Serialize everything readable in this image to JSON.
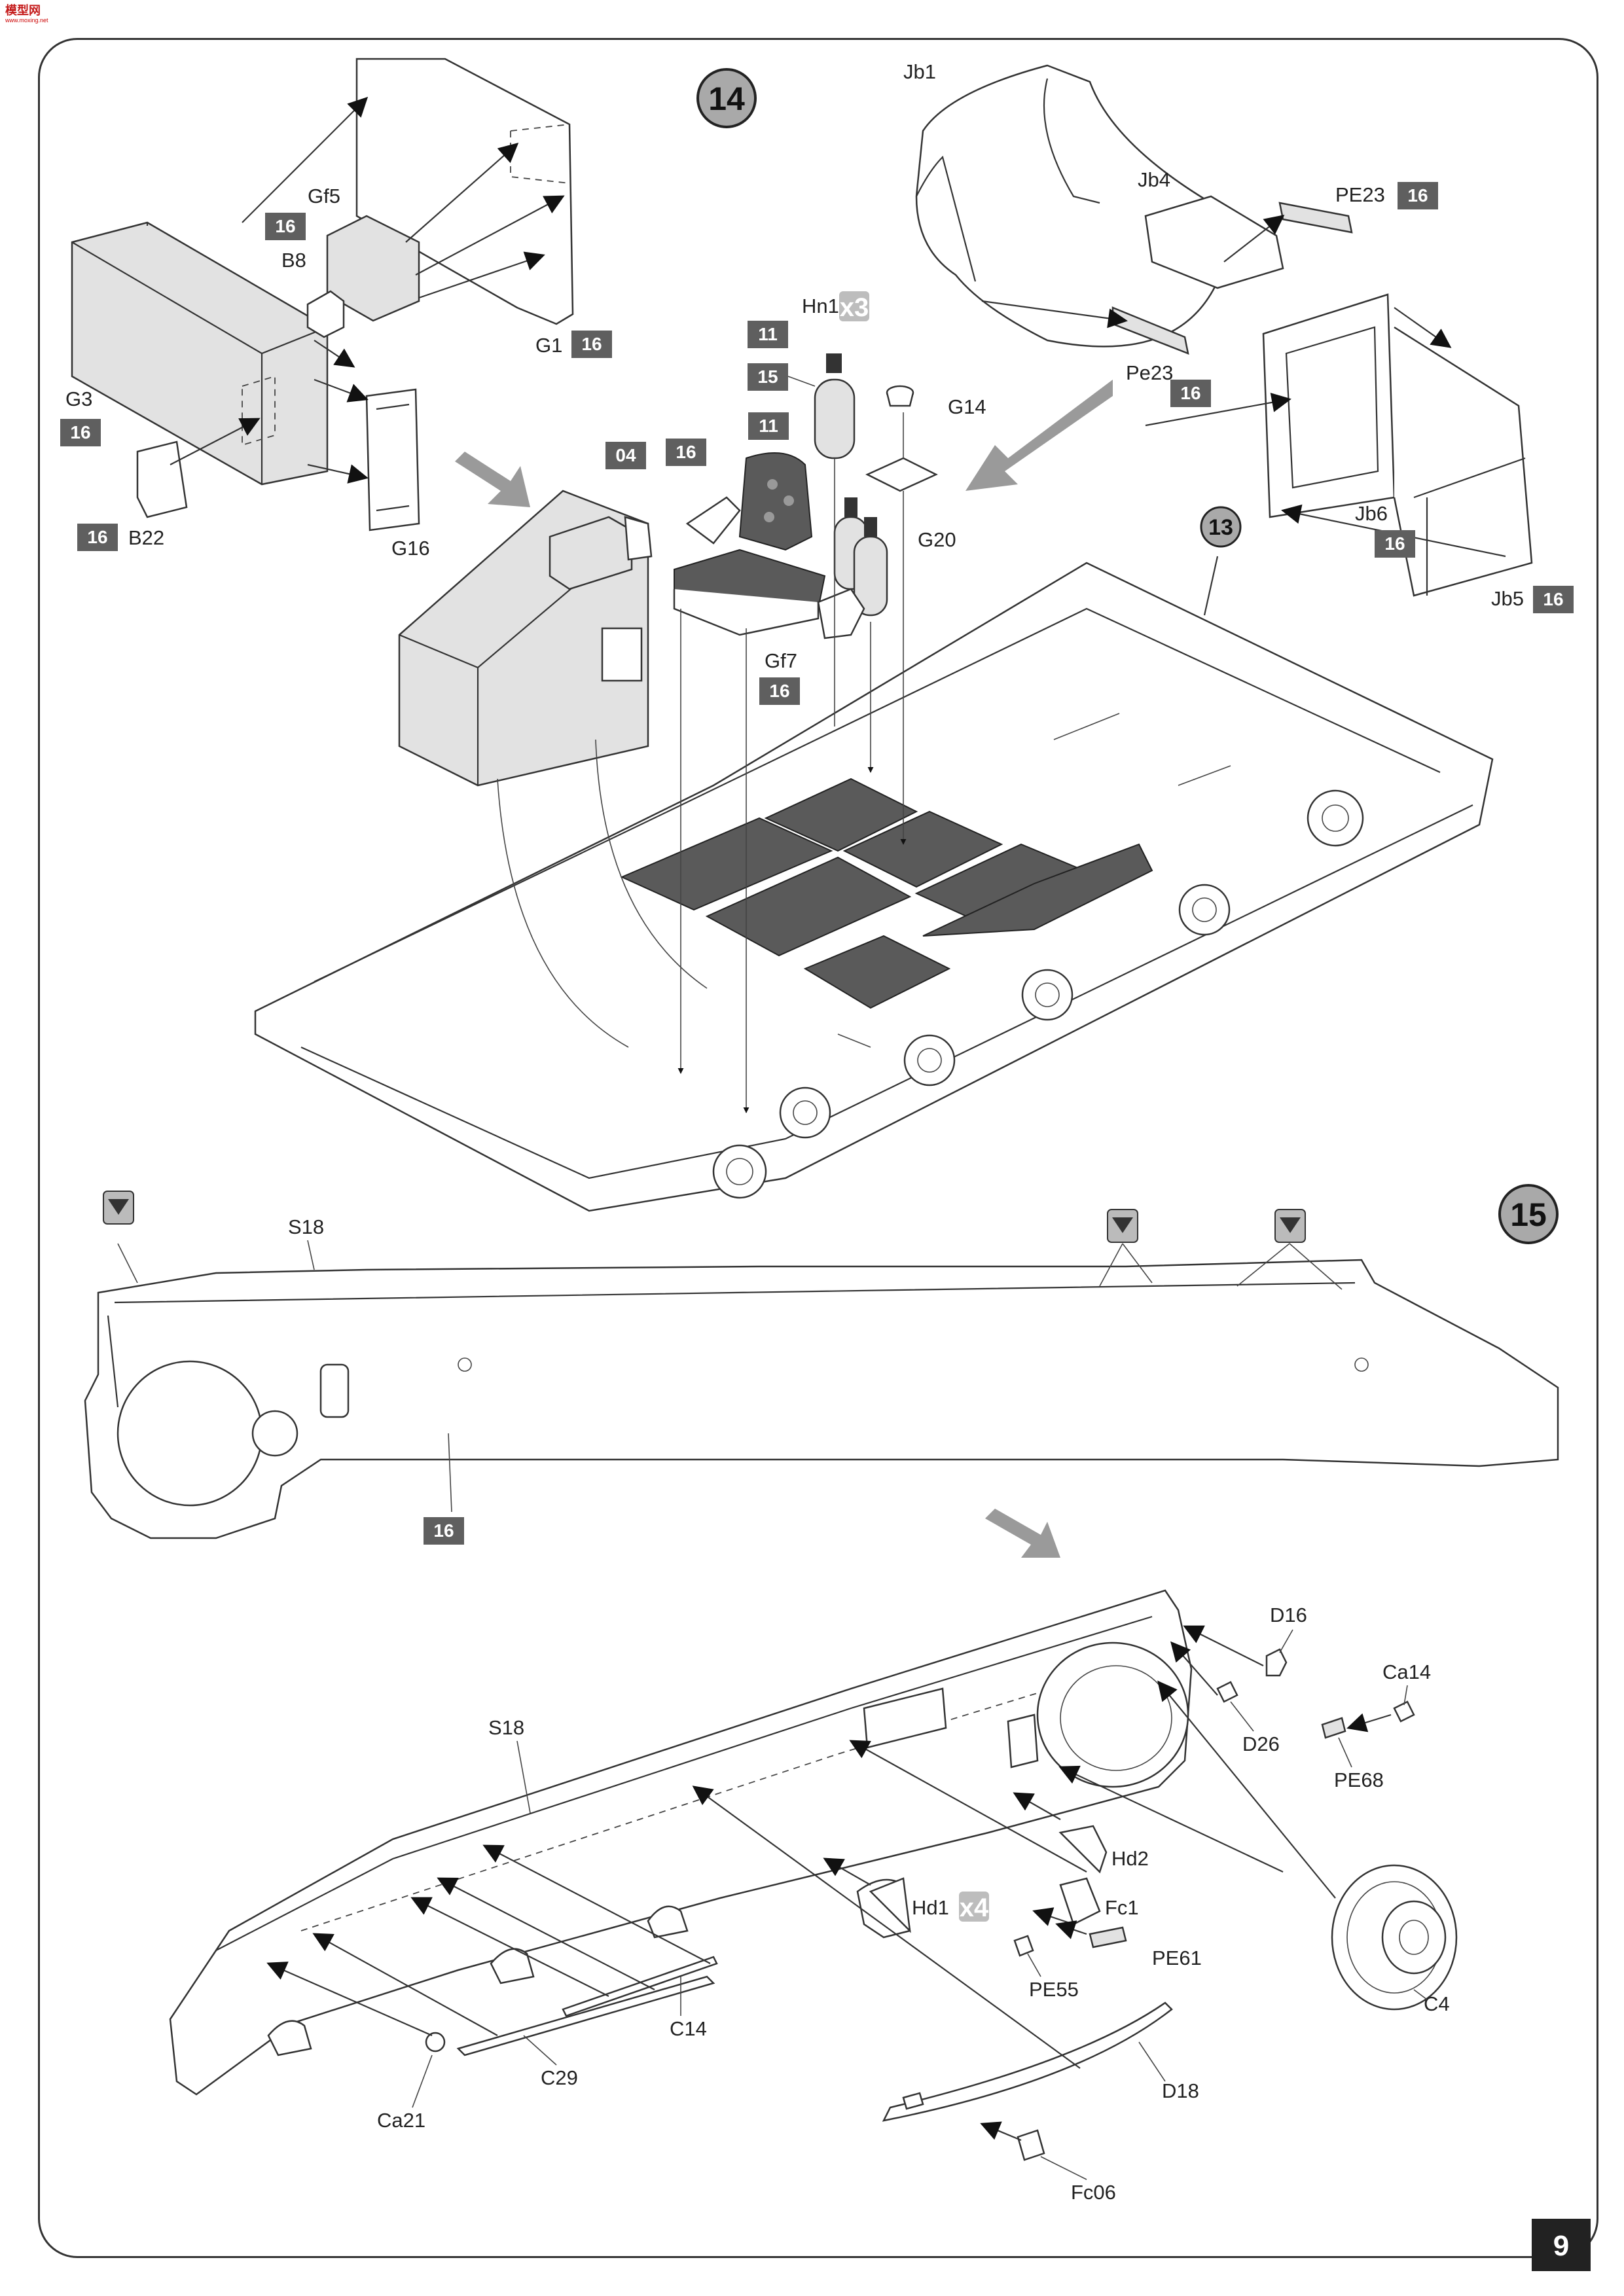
{
  "brand": {
    "logo_text": "模型网",
    "logo_subtext": "www.moxing.net"
  },
  "page_number": "9",
  "steps": [
    {
      "number": "14",
      "reference_step": "13"
    },
    {
      "number": "15"
    }
  ],
  "step14": {
    "parts": {
      "g5": "Gf5",
      "b8": "B8",
      "g1": "G1",
      "g3": "G3",
      "b22": "B22",
      "g16": "G16",
      "hn1": "Hn1",
      "g14": "G14",
      "g20": "G20",
      "gf7": "Gf7",
      "jb1": "Jb1",
      "jb4": "Jb4",
      "pe23a": "PE23",
      "pe23b": "Pe23",
      "jb6": "Jb6",
      "jb5": "Jb5"
    },
    "hn1_multiplier": "x3",
    "colors": {
      "c16a": "16",
      "c16b": "16",
      "c16c": "16",
      "c16d": "16",
      "c16e": "16",
      "c04": "04",
      "c16f": "16",
      "c11a": "11",
      "c11b": "11",
      "c15": "15",
      "c16g": "16",
      "c16h": "16",
      "c16i": "16",
      "c16j": "16",
      "c16k": "16"
    }
  },
  "step15": {
    "parts": {
      "s18_top": "S18",
      "s18_bottom": "S18",
      "d16": "D16",
      "ca14": "Ca14",
      "d26": "D26",
      "pe68": "PE68",
      "hd2": "Hd2",
      "hd1": "Hd1",
      "fc1": "Fc1",
      "pe61": "PE61",
      "pe55": "PE55",
      "c4": "C4",
      "c14": "C14",
      "c29": "C29",
      "ca21": "Ca21",
      "d18": "D18",
      "fc06": "Fc06"
    },
    "hd1_multiplier": "x4",
    "colors": {
      "c16": "16"
    }
  },
  "palette": {
    "badge": "#5f5f5f",
    "badge_light": "#a9a9a9",
    "floor_plate": "#5a5a5a",
    "box_fill": "#e2e2e2",
    "line": "#333333"
  }
}
